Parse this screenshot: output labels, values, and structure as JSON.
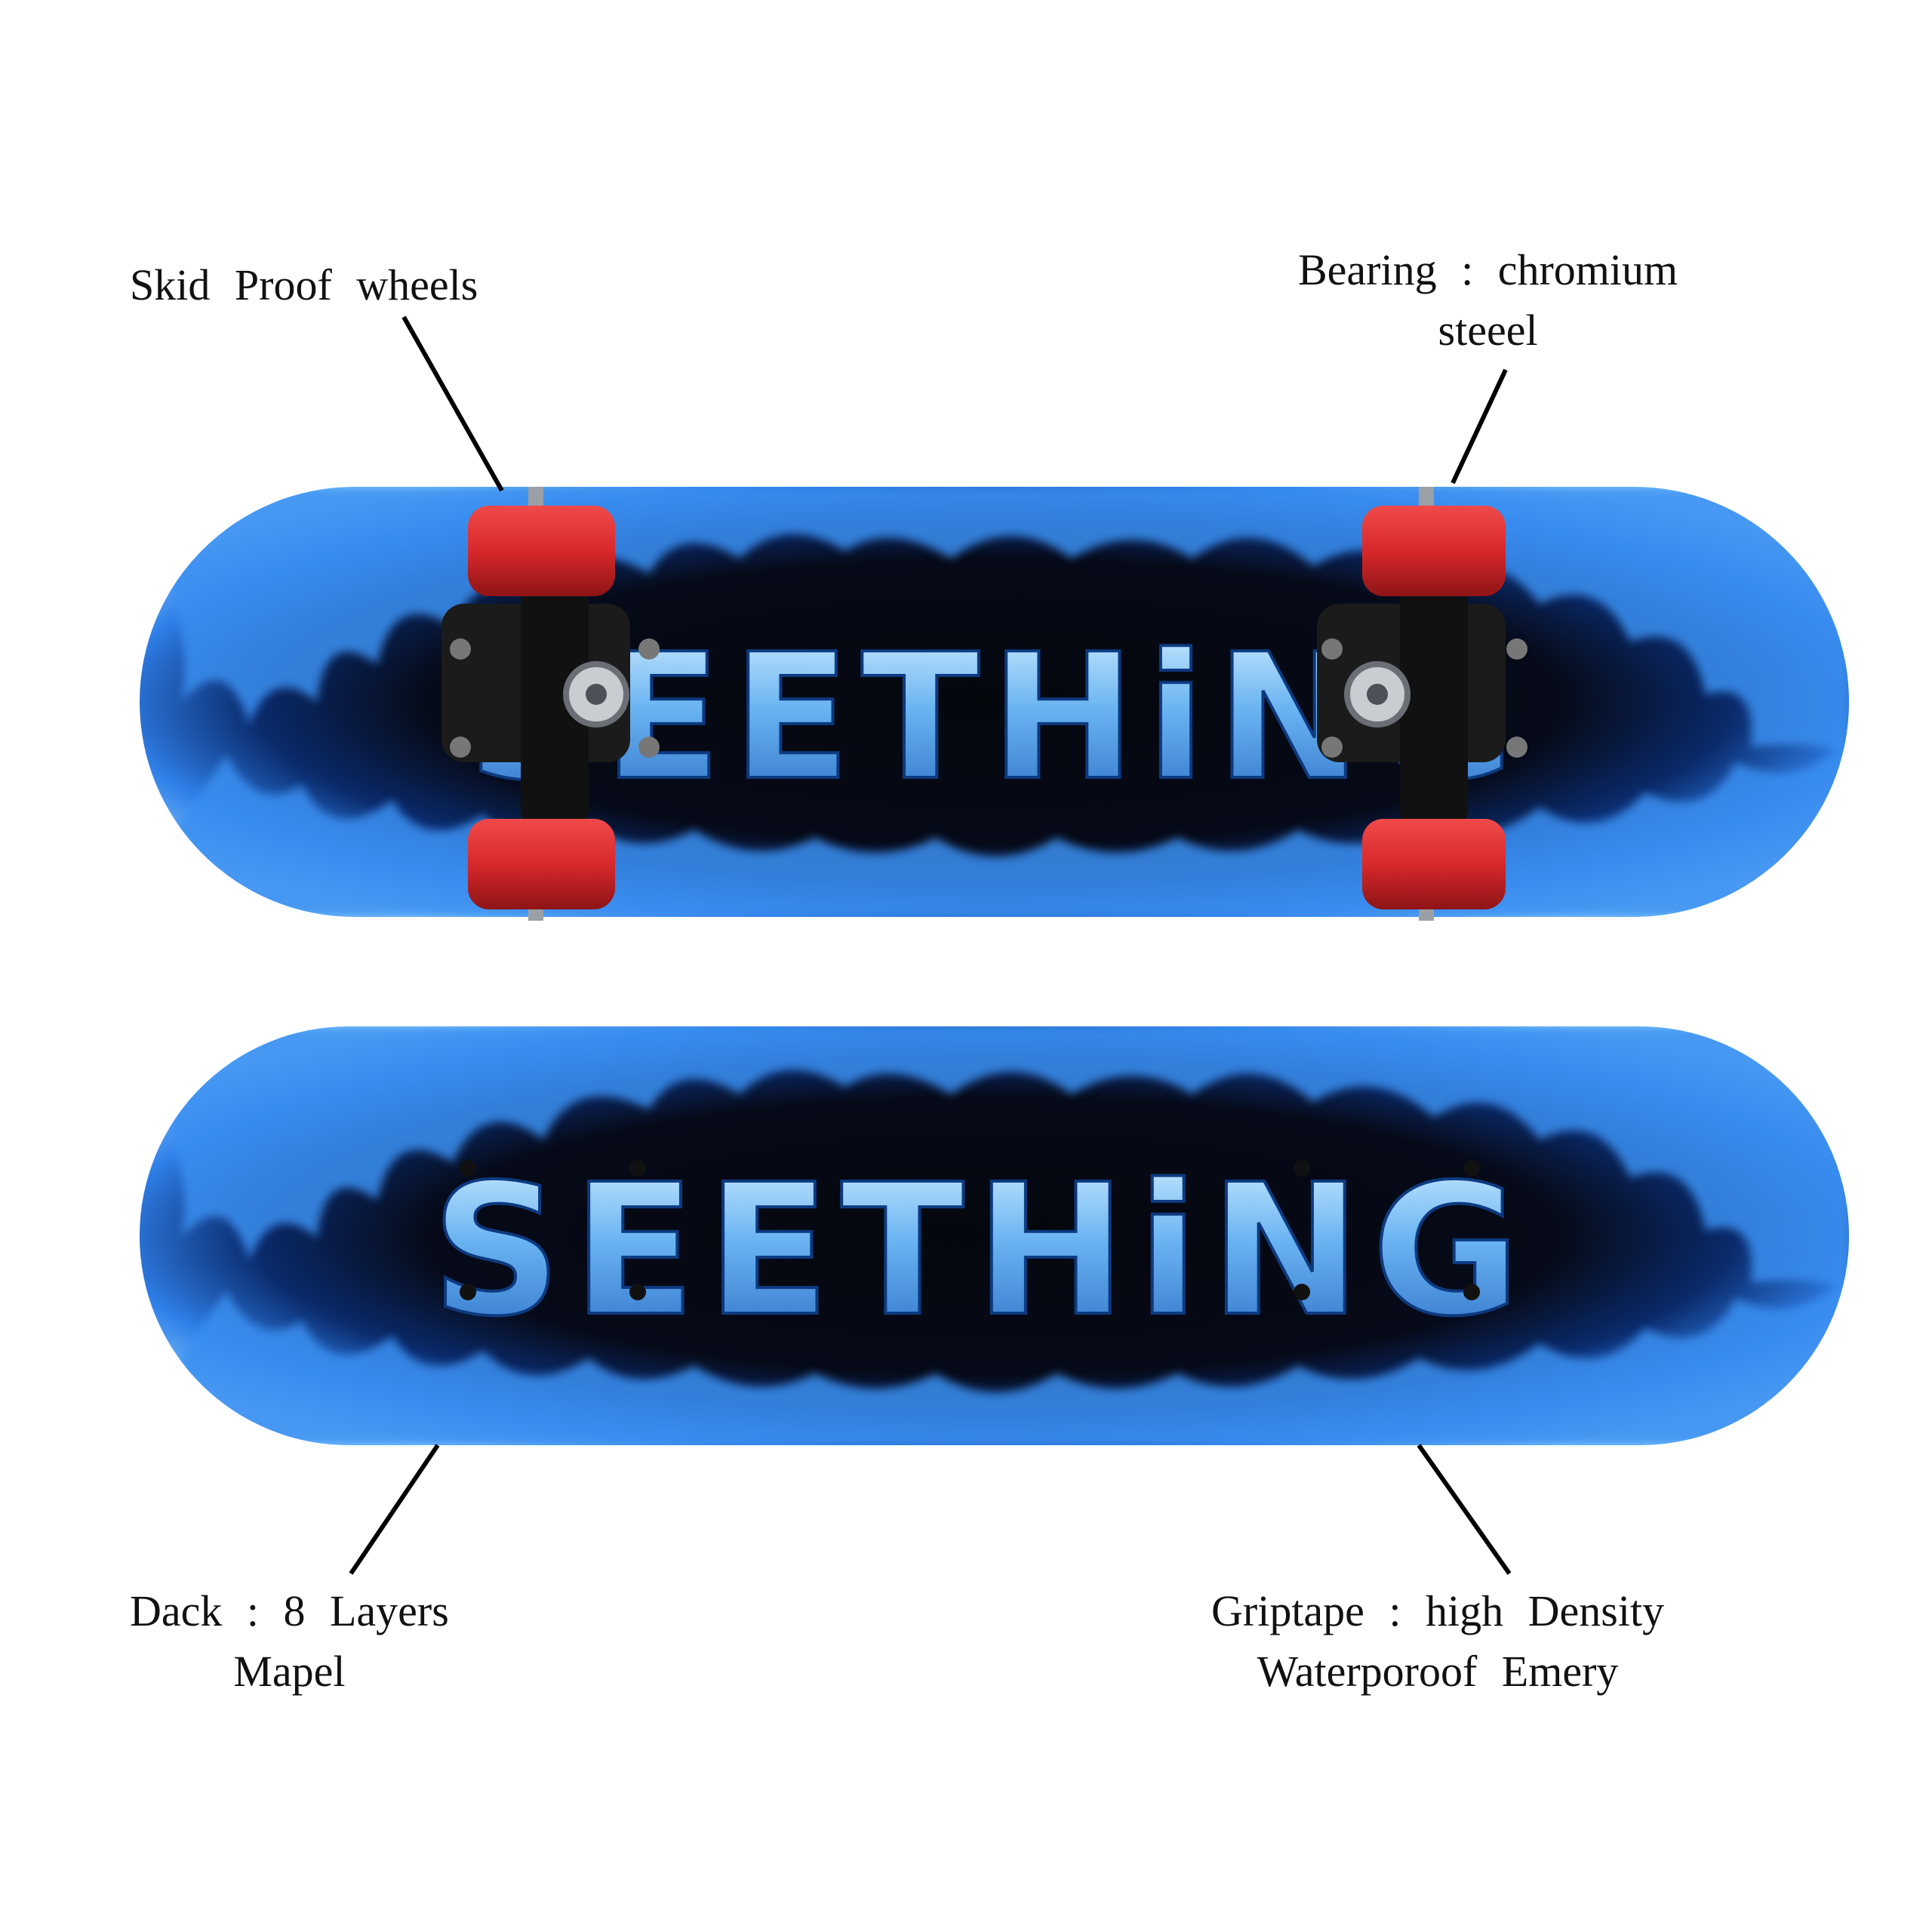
{
  "callouts": {
    "wheels": {
      "line1": "Skid Proof wheels"
    },
    "bearing": {
      "line1": "Bearing : chromium",
      "line2": "steeel"
    },
    "deck": {
      "line1": "Dack : 8 Layers",
      "line2": "Mapel"
    },
    "griptape": {
      "line1": "Griptape : high Density",
      "line2": "Waterporoof Emery"
    }
  },
  "boards": {
    "top": {
      "brand": "SEETHiNG",
      "view": "underside-with-trucks"
    },
    "bottom": {
      "brand": "SEETHiNG",
      "view": "deck-graphic"
    }
  },
  "colors": {
    "flame_light": "#7fc6ff",
    "flame_mid": "#2f7fe8",
    "flame_dark": "#0a2a6b",
    "deck_center": "#05070d",
    "letter_light": "#bfe6ff",
    "letter_mid": "#5aa6ee",
    "letter_dark": "#1f5fb8",
    "wheel": "#d8282b",
    "truck": "#1b1b1b",
    "leader_line": "#000000"
  }
}
